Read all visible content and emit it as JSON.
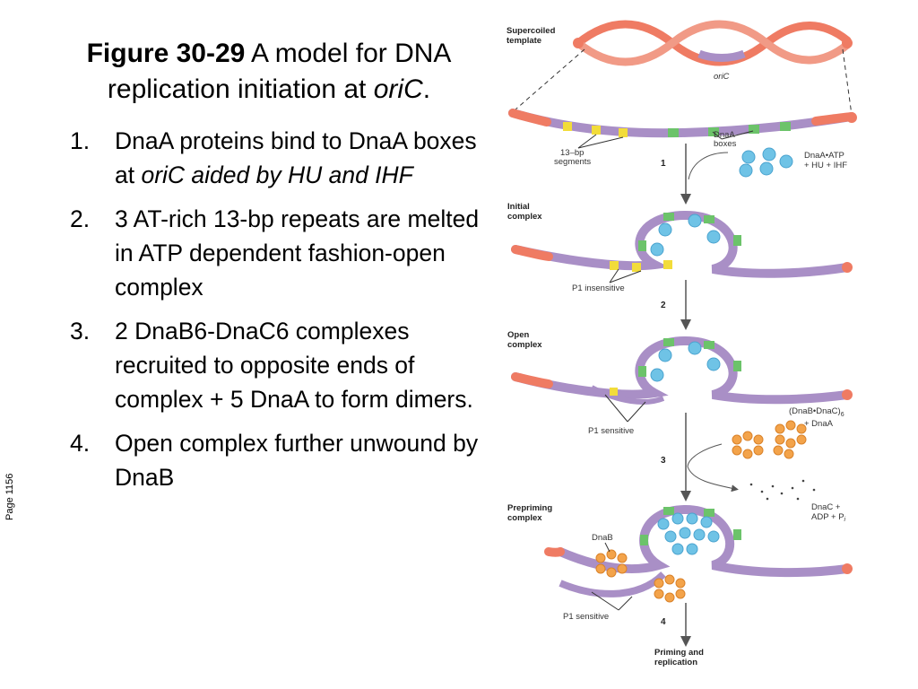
{
  "title": {
    "figure_label": "Figure 30-29",
    "text_part1": "A model for DNA replication initiation at ",
    "text_italic": "oriC",
    "text_end": "."
  },
  "page_label": "Page 1156",
  "steps": [
    {
      "num": "1.",
      "text": "DnaA proteins bind to DnaA boxes at ",
      "italic": "oriC aided by HU and IHF"
    },
    {
      "num": "2.",
      "text": "3 AT-rich 13-bp repeats are melted in ATP dependent fashion-open complex"
    },
    {
      "num": "3.",
      "text": "2 DnaB6-DnaC6 complexes recruited to opposite ends of complex + 5 DnaA to form dimers."
    },
    {
      "num": "4.",
      "text": "Open complex further unwound by DnaB"
    }
  ],
  "diagram": {
    "supercoiled_line1": "Supercoiled",
    "supercoiled_line2": "template",
    "oric": "oriC",
    "segments_line1": "13–bp",
    "segments_line2": "segments",
    "dnaa_boxes_line1": "DnaA",
    "dnaa_boxes_line2": "boxes",
    "reagent1_line1": "DnaA•ATP",
    "reagent1_line2": "+ HU + IHF",
    "initial_line1": "Initial",
    "initial_line2": "complex",
    "p1_insensitive": "P1 insensitive",
    "open_line1": "Open",
    "open_line2": "complex",
    "p1_sensitive_a": "P1 sensitive",
    "reagent3_line1": "(DnaB•DnaC)",
    "reagent3_sub": "6",
    "reagent3_line2": "+ DnaA",
    "products_line1": "DnaC +",
    "products_line2": "ADP + P",
    "products_sub": "i",
    "prepriming_line1": "Prepriming",
    "prepriming_line2": "complex",
    "dnab": "DnaB",
    "p1_sensitive_b": "P1 sensitive",
    "final_line1": "Priming and",
    "final_line2": "replication",
    "step1": "1",
    "step2": "2",
    "step3": "3",
    "step4": "4",
    "colors": {
      "dna": "#a98fc6",
      "ends": "#ef7b63",
      "box": "#6cc36a",
      "at": "#f2dc3a",
      "protein": "#6fc3e6",
      "dnab": "#f3a34a"
    }
  }
}
